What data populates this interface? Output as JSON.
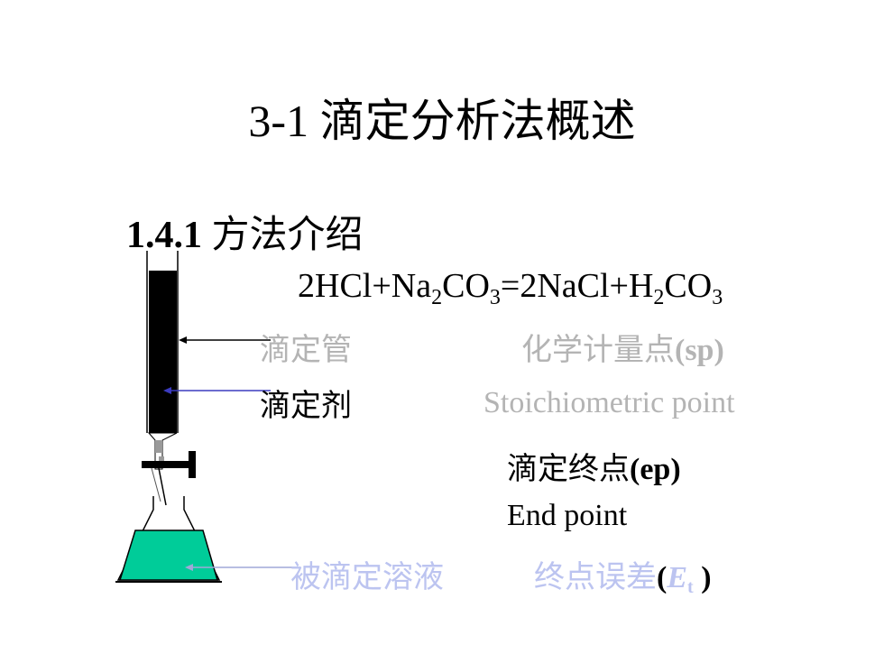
{
  "slide": {
    "title": "3-1 滴定分析法概述",
    "section_number": "1.4.1",
    "section_title": " 方法介绍"
  },
  "equation": {
    "p1": "2HCl+Na",
    "s1": "2",
    "p2": "CO",
    "s2": "3",
    "p3": "=2NaCl+H",
    "s3": "2",
    "p4": "CO",
    "s4": "3"
  },
  "labels": {
    "burette": "滴定管",
    "titrant": "滴定剂",
    "analyte": "被滴定溶液",
    "sp_cn": "化学计量点",
    "sp_abbr": "(sp)",
    "sp_en": "Stoichiometric  point",
    "ep_cn": "滴定终点",
    "ep_abbr": "(ep)",
    "ep_en": "End point",
    "et_cn": "终点误差",
    "et_open": "(",
    "et_symbol": "E",
    "et_sub": "t",
    "et_close": " )"
  },
  "colors": {
    "titrant_fill": "#000000",
    "solution_fill": "#00cc99",
    "label_grey": "#b4b4b4",
    "label_blue": "#bcc4f0",
    "arrow_blue": "#3b3bbf"
  }
}
